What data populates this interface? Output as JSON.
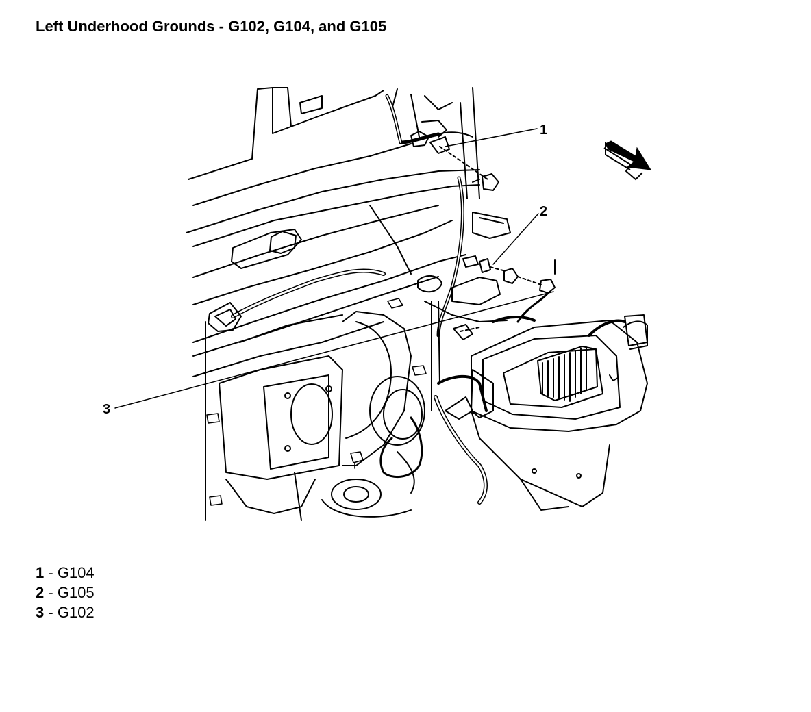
{
  "title": "Left Underhood Grounds - G102, G104, and G105",
  "callouts": [
    {
      "number": "1",
      "label": "G104"
    },
    {
      "number": "2",
      "label": "G105"
    },
    {
      "number": "3",
      "label": "G102"
    }
  ],
  "separator": " - ",
  "icons": {
    "direction_arrow": "forward-arrow-icon"
  }
}
